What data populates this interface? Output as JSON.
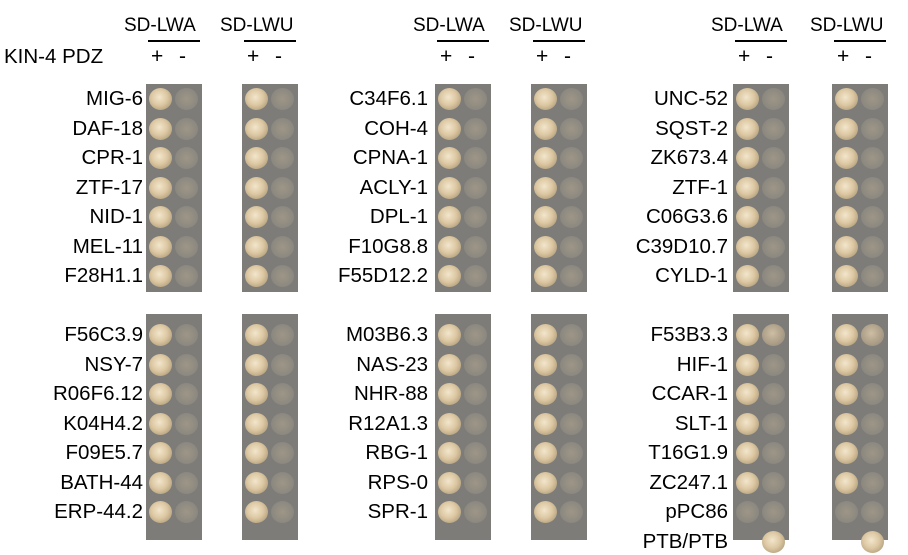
{
  "header": {
    "sd_lwa": "SD-LWA",
    "sd_lwu": "SD-LWU",
    "row_title": "KIN-4 PDZ",
    "plus": "+",
    "minus": "-"
  },
  "panels": [
    {
      "labels": [
        "MIG-6",
        "DAF-18",
        "CPR-1",
        "ZTF-17",
        "NID-1",
        "MEL-11",
        "F28H1.1"
      ]
    },
    {
      "labels": [
        "C34F6.1",
        "COH-4",
        "CPNA-1",
        "ACLY-1",
        "DPL-1",
        "F10G8.8",
        "F55D12.2"
      ]
    },
    {
      "labels": [
        "UNC-52",
        "SQST-2",
        "ZK673.4",
        "ZTF-1",
        "C06G3.6",
        "C39D10.7",
        "CYLD-1"
      ]
    },
    {
      "labels": [
        "F56C3.9",
        "NSY-7",
        "R06F6.12",
        "K04H4.2",
        "F09E5.7",
        "BATH-44",
        "ERP-44.2"
      ]
    },
    {
      "labels": [
        "M03B6.3",
        "NAS-23",
        "NHR-88",
        "R12A1.3",
        "RBG-1",
        "RPS-0",
        "SPR-1"
      ]
    },
    {
      "labels": [
        "F53B3.3",
        "HIF-1",
        "CCAR-1",
        "SLT-1",
        "T16G1.9",
        "ZC247.1",
        "pPC86",
        "PTB/PTB"
      ]
    }
  ],
  "growth_key": "columns: LWA+, LWA-, LWU+, LWU- ; levels: strong, medium, faint, none",
  "growth": [
    [
      [
        "strong",
        "faint",
        "strong",
        "faint"
      ],
      [
        "strong",
        "faint",
        "strong",
        "faint"
      ],
      [
        "strong",
        "faint",
        "strong",
        "faint"
      ],
      [
        "strong",
        "faint",
        "strong",
        "faint"
      ],
      [
        "strong",
        "faint",
        "strong",
        "faint"
      ],
      [
        "strong",
        "faint",
        "strong",
        "faint"
      ],
      [
        "strong",
        "faint",
        "strong",
        "faint"
      ]
    ],
    [
      [
        "strong",
        "faint",
        "strong",
        "faint"
      ],
      [
        "strong",
        "faint",
        "strong",
        "faint"
      ],
      [
        "strong",
        "faint",
        "strong",
        "faint"
      ],
      [
        "strong",
        "faint",
        "strong",
        "faint"
      ],
      [
        "strong",
        "faint",
        "strong",
        "faint"
      ],
      [
        "strong",
        "faint",
        "strong",
        "faint"
      ],
      [
        "strong",
        "faint",
        "strong",
        "faint"
      ]
    ],
    [
      [
        "strong",
        "faint",
        "strong",
        "faint"
      ],
      [
        "strong",
        "faint",
        "strong",
        "faint"
      ],
      [
        "strong",
        "faint",
        "strong",
        "faint"
      ],
      [
        "strong",
        "faint",
        "strong",
        "faint"
      ],
      [
        "strong",
        "faint",
        "strong",
        "faint"
      ],
      [
        "strong",
        "faint",
        "strong",
        "faint"
      ],
      [
        "strong",
        "faint",
        "strong",
        "faint"
      ]
    ],
    [
      [
        "strong",
        "faint",
        "strong",
        "faint"
      ],
      [
        "strong",
        "faint",
        "strong",
        "faint"
      ],
      [
        "strong",
        "faint",
        "strong",
        "faint"
      ],
      [
        "strong",
        "faint",
        "strong",
        "faint"
      ],
      [
        "strong",
        "faint",
        "strong",
        "faint"
      ],
      [
        "strong",
        "faint",
        "strong",
        "faint"
      ],
      [
        "strong",
        "faint",
        "strong",
        "faint"
      ]
    ],
    [
      [
        "strong",
        "faint",
        "strong",
        "faint"
      ],
      [
        "strong",
        "faint",
        "strong",
        "faint"
      ],
      [
        "strong",
        "faint",
        "strong",
        "faint"
      ],
      [
        "strong",
        "faint",
        "strong",
        "faint"
      ],
      [
        "strong",
        "faint",
        "strong",
        "faint"
      ],
      [
        "strong",
        "faint",
        "strong",
        "faint"
      ],
      [
        "strong",
        "faint",
        "strong",
        "faint"
      ]
    ],
    [
      [
        "strong",
        "medium",
        "strong",
        "medium"
      ],
      [
        "strong",
        "faint",
        "strong",
        "faint"
      ],
      [
        "strong",
        "faint",
        "strong",
        "faint"
      ],
      [
        "strong",
        "faint",
        "strong",
        "faint"
      ],
      [
        "strong",
        "faint",
        "strong",
        "faint"
      ],
      [
        "strong",
        "faint",
        "strong",
        "faint"
      ],
      [
        "faint",
        "faint",
        "faint",
        "faint"
      ],
      [
        "none",
        "strong",
        "none",
        "strong"
      ]
    ]
  ]
}
